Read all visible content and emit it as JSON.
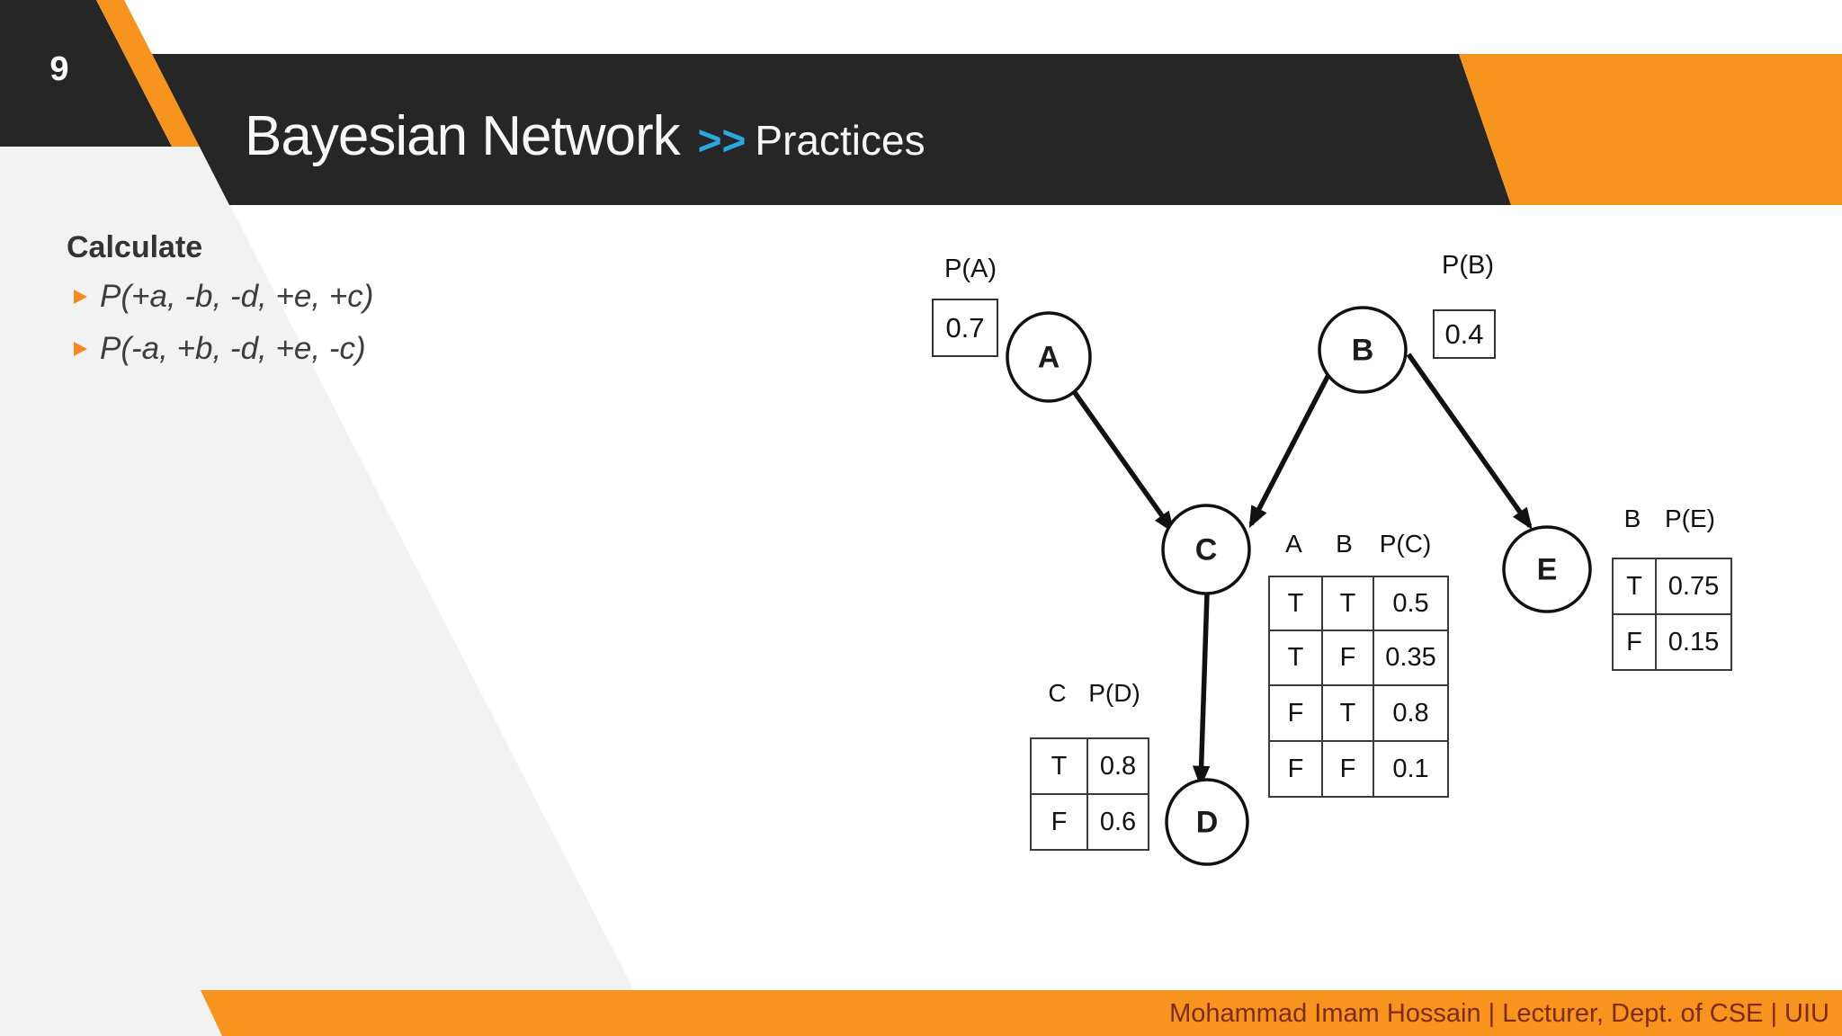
{
  "slide_number": "9",
  "header": {
    "title": "Bayesian Network",
    "separator": ">>",
    "subtitle": "Practices"
  },
  "content": {
    "heading": "Calculate",
    "bullets": [
      "P(+a, -b, -d, +e, +c)",
      "P(-a, +b, -d, +e, -c)"
    ]
  },
  "footer": {
    "credit": "Mohammad Imam Hossain | Lecturer, Dept. of CSE | UIU"
  },
  "colors": {
    "accent_orange": "#F7941E",
    "header_dark": "#262626",
    "separator_blue": "#29A8E0",
    "wedge_gray": "#F2F2F2",
    "bullet_orange": "#F6891F",
    "footer_text_maroon": "#7D2B18",
    "diagram_ink": "#111111"
  },
  "diagram": {
    "nodes": {
      "a": "A",
      "b": "B",
      "c": "C",
      "d": "D",
      "e": "E"
    },
    "priors": {
      "a": {
        "label": "P(A)",
        "value": "0.7"
      },
      "b": {
        "label": "P(B)",
        "value": "0.4"
      }
    },
    "edges": [
      {
        "from": "A",
        "to": "C"
      },
      {
        "from": "B",
        "to": "C"
      },
      {
        "from": "B",
        "to": "E"
      },
      {
        "from": "C",
        "to": "D"
      }
    ],
    "cpt_c": {
      "headers": [
        "A",
        "B",
        "P(C)"
      ],
      "rows": [
        [
          "T",
          "T",
          "0.5"
        ],
        [
          "T",
          "F",
          "0.35"
        ],
        [
          "F",
          "T",
          "0.8"
        ],
        [
          "F",
          "F",
          "0.1"
        ]
      ]
    },
    "cpt_d": {
      "headers": [
        "C",
        "P(D)"
      ],
      "rows": [
        [
          "T",
          "0.8"
        ],
        [
          "F",
          "0.6"
        ]
      ]
    },
    "cpt_e": {
      "headers": [
        "B",
        "P(E)"
      ],
      "rows": [
        [
          "T",
          "0.75"
        ],
        [
          "F",
          "0.15"
        ]
      ]
    }
  }
}
